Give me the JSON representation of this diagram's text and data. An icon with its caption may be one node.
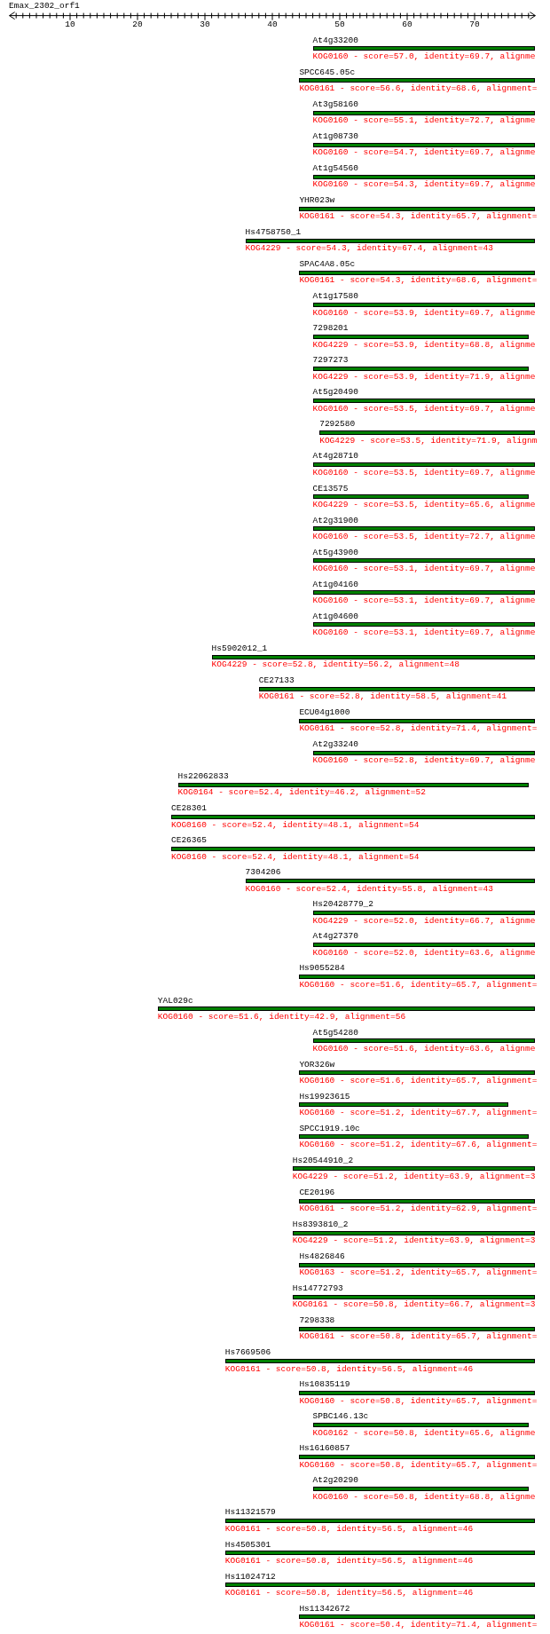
{
  "diagram": {
    "title": "Emax_2302_orf1",
    "nodes": [
      {
        "text": [
          "At4g33200"
        ],
        "beside": [
          "KOG0160 - score=57.0, identity=69.7, alignme"
        ]
      },
      {
        "text": [
          "SPCC645.05c"
        ],
        "beside": [
          "KOG0161 - score=56.6, identity=68.6, alignment="
        ]
      },
      {
        "text": [
          "At3g58160"
        ],
        "beside": [
          "KOG0160 - score=55.1, identity=72.7, alignme"
        ]
      },
      {
        "text": [
          "At1g08730"
        ],
        "beside": [
          "KOG0160 - score=54.7, identity=69.7, alignme"
        ]
      },
      {
        "text": [
          "At1g54560"
        ],
        "beside": [
          "KOG0160 - score=54.3, identity=69.7, alignme"
        ]
      },
      {
        "text": [
          "YHR023w"
        ],
        "beside": [
          "KOG0161 - score=54.3, identity=65.7, alignment="
        ]
      },
      {
        "text": [
          "Hs4758750_1"
        ],
        "beside": [
          "KOG4229 - score=54.3, identity=67.4, alignment=43"
        ]
      },
      {
        "text": [
          "SPAC4A8.05c"
        ],
        "beside": [
          "KOG0161 - score=54.3, identity=68.6, alignment="
        ]
      },
      {
        "text": [
          "At1g17580"
        ],
        "beside": [
          "KOG0160 - score=53.9, identity=69.7, alignme"
        ]
      },
      {
        "text": [
          "7298201"
        ],
        "beside": [
          "KOG4229 - score=53.9, identity=68.8, alignme"
        ]
      },
      {
        "text": [
          "7297273"
        ],
        "beside": [
          "KOG4229 - score=53.9, identity=71.9, alignme"
        ]
      },
      {
        "text": [
          "At5g20490"
        ],
        "beside": [
          "KOG0160 - score=53.5, identity=69.7, alignme"
        ]
      },
      {
        "text": [
          "7292580"
        ],
        "beside": [
          "KOG4229 - score=53.5, identity=71.9, alignm"
        ]
      },
      {
        "text": [
          "At4g28710"
        ],
        "beside": [
          "KOG0160 - score=53.5, identity=69.7, alignme"
        ]
      },
      {
        "text": [
          "CE13575"
        ],
        "beside": [
          "KOG4229 - score=53.5, identity=65.6, alignme"
        ]
      },
      {
        "text": [
          "At2g31900"
        ],
        "beside": [
          "KOG0160 - score=53.5, identity=72.7, alignme"
        ]
      },
      {
        "text": [
          "At5g43900"
        ],
        "beside": [
          "KOG0160 - score=53.1, identity=69.7, alignme"
        ]
      },
      {
        "text": [
          "At1g04160"
        ],
        "beside": [
          "KOG0160 - score=53.1, identity=69.7, alignme"
        ]
      },
      {
        "text": [
          "At1g04600"
        ],
        "beside": [
          "KOG0160 - score=53.1, identity=69.7, alignme"
        ]
      },
      {
        "text": [
          "Hs5902012_1"
        ],
        "beside": [
          "KOG4229 - score=52.8, identity=56.2, alignment=48"
        ]
      },
      {
        "text": [
          "CE27133"
        ],
        "beside": [
          "KOG0161 - score=52.8, identity=58.5, alignment=41"
        ]
      },
      {
        "text": [
          "ECU04g1000"
        ],
        "beside": [
          "KOG0161 - score=52.8, identity=71.4, alignment="
        ]
      },
      {
        "text": [
          "At2g33240"
        ],
        "beside": [
          "KOG0160 - score=52.8, identity=69.7, alignme"
        ]
      },
      {
        "text": [
          "Hs22062833"
        ],
        "beside": [
          "KOG0164 - score=52.4, identity=46.2, alignment=52"
        ]
      },
      {
        "text": [
          "CE28301"
        ],
        "beside": [
          "KOG0160 - score=52.4, identity=48.1, alignment=54"
        ]
      },
      {
        "text": [
          "CE26365"
        ],
        "beside": [
          "KOG0160 - score=52.4, identity=48.1, alignment=54"
        ]
      },
      {
        "text": [
          "7304206"
        ],
        "beside": [
          "KOG0160 - score=52.4, identity=55.8, alignment=43"
        ]
      },
      {
        "text": [
          "Hs20428779_2"
        ],
        "beside": [
          "KOG4229 - score=52.0, identity=66.7, alignme"
        ]
      },
      {
        "text": [
          "At4g27370"
        ],
        "beside": [
          "KOG0160 - score=52.0, identity=63.6, alignme"
        ]
      },
      {
        "text": [
          "Hs9055284"
        ],
        "beside": [
          "KOG0160 - score=51.6, identity=65.7, alignment="
        ]
      },
      {
        "text": [
          "YAL029c"
        ],
        "beside": [
          "KOG0160 - score=51.6, identity=42.9, alignment=56"
        ]
      },
      {
        "text": [
          "At5g54280"
        ],
        "beside": [
          "KOG0160 - score=51.6, identity=63.6, alignme"
        ]
      },
      {
        "text": [
          "YOR326w"
        ],
        "beside": [
          "KOG0160 - score=51.6, identity=65.7, alignment="
        ]
      },
      {
        "text": [
          "Hs19923615"
        ],
        "beside": [
          "KOG0160 - score=51.2, identity=67.7, alignment="
        ]
      },
      {
        "text": [
          "SPCC1919.10c"
        ],
        "beside": [
          "KOG0160 - score=51.2, identity=67.6, alignment="
        ]
      },
      {
        "text": [
          "Hs20544910_2"
        ],
        "beside": [
          "KOG4229 - score=51.2, identity=63.9, alignment=3"
        ]
      },
      {
        "text": [
          "CE20196"
        ],
        "beside": [
          "KOG0161 - score=51.2, identity=62.9, alignment="
        ]
      },
      {
        "text": [
          "Hs8393810_2"
        ],
        "beside": [
          "KOG4229 - score=51.2, identity=63.9, alignment=3"
        ]
      },
      {
        "text": [
          "Hs4826846"
        ],
        "beside": [
          "KOG0163 - score=51.2, identity=65.7, alignment="
        ]
      },
      {
        "text": [
          "Hs14772793"
        ],
        "beside": [
          "KOG0161 - score=50.8, identity=66.7, alignment=3"
        ]
      },
      {
        "text": [
          "7298338"
        ],
        "beside": [
          "KOG0161 - score=50.8, identity=65.7, alignment="
        ]
      },
      {
        "text": [
          "Hs7669506"
        ],
        "beside": [
          "KOG0161 - score=50.8, identity=56.5, alignment=46"
        ]
      },
      {
        "text": [
          "Hs10835119"
        ],
        "beside": [
          "KOG0160 - score=50.8, identity=65.7, alignment="
        ]
      },
      {
        "text": [
          "SPBC146.13c"
        ],
        "beside": [
          "KOG0162 - score=50.8, identity=65.6, alignme"
        ]
      },
      {
        "text": [
          "Hs16160857"
        ],
        "beside": [
          "KOG0160 - score=50.8, identity=65.7, alignment="
        ]
      },
      {
        "text": [
          "At2g20290"
        ],
        "beside": [
          "KOG0160 - score=50.8, identity=68.8, alignme"
        ]
      },
      {
        "text": [
          "Hs11321579"
        ],
        "beside": [
          "KOG0161 - score=50.8, identity=56.5, alignment=46"
        ]
      },
      {
        "text": [
          "Hs4505301"
        ],
        "beside": [
          "KOG0161 - score=50.8, identity=56.5, alignment=46"
        ]
      },
      {
        "text": [
          "Hs11024712"
        ],
        "beside": [
          "KOG0161 - score=50.8, identity=56.5, alignment=46"
        ]
      },
      {
        "text": [
          "Hs11342672"
        ],
        "beside": [
          "KOG0161 - score=50.4, identity=71.4, alignment="
        ]
      }
    ],
    "labels": [
      "10",
      "20",
      "30",
      "40",
      "50",
      "60",
      "70"
    ]
  }
}
